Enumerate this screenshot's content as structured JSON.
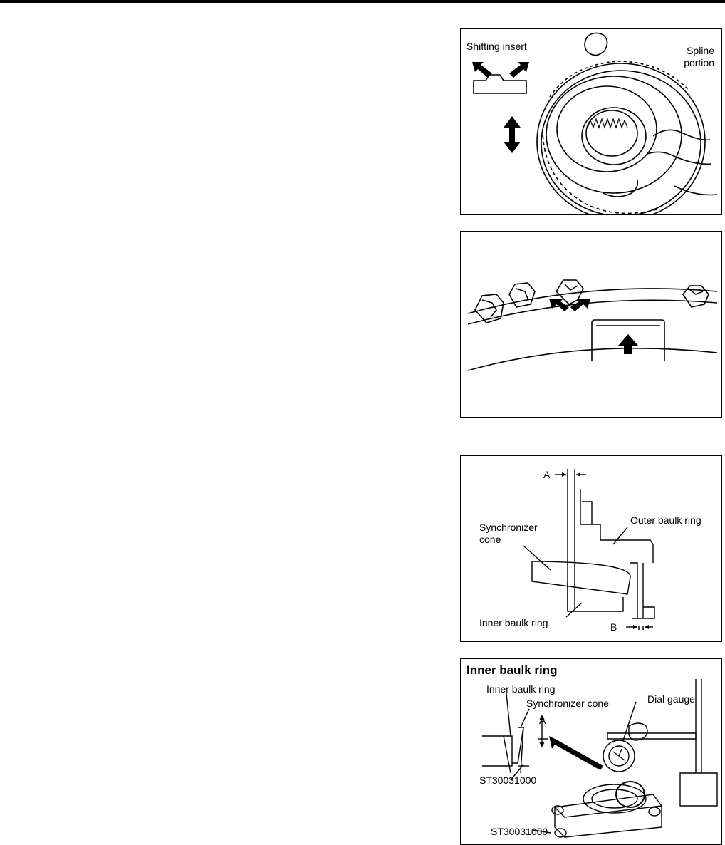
{
  "figure1": {
    "labels": {
      "shifting_insert": "Shifting insert",
      "spline_portion_line1": "Spline",
      "spline_portion_line2": "portion"
    }
  },
  "figure2": {},
  "figure3": {
    "labels": {
      "a": "A",
      "b": "B",
      "outer_baulk_ring": "Outer baulk ring",
      "synchronizer_cone_line1": "Synchronizer",
      "synchronizer_cone_line2": "cone",
      "inner_baulk_ring": "Inner baulk ring"
    }
  },
  "figure4": {
    "title": "Inner baulk ring",
    "labels": {
      "inner_baulk_ring": "Inner baulk ring",
      "synchronizer_cone": "Synchronizer cone",
      "dial_gauge": "Dial gauge",
      "a": "A",
      "tool_1": "ST30031000",
      "tool_2": "ST30031000"
    }
  }
}
